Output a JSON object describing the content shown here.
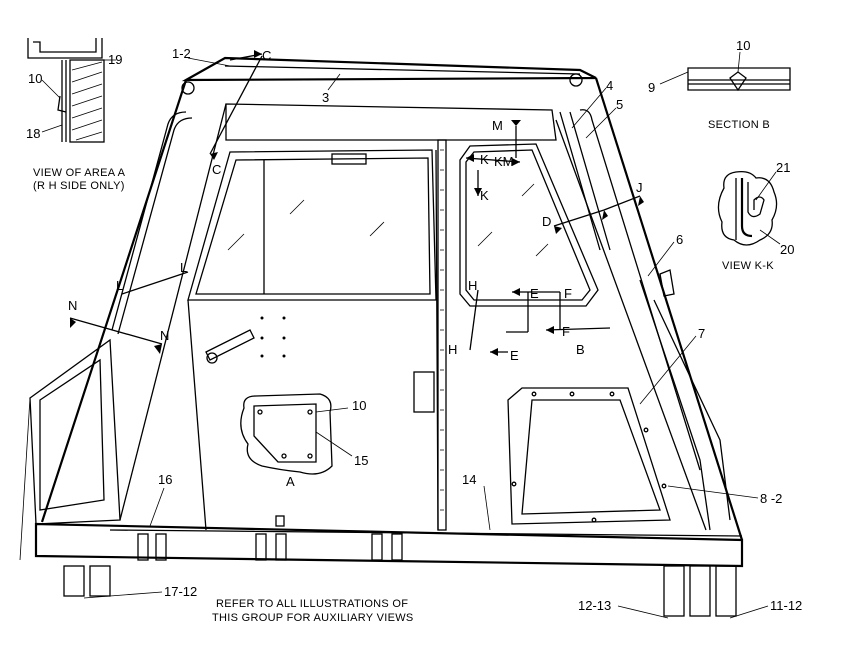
{
  "labels": {
    "n12": "1-2",
    "c_top": "C",
    "n3": "3",
    "n4": "4",
    "n5": "5",
    "n6": "6",
    "n7": "7",
    "n8_2": "8 -2",
    "n9": "9",
    "n10_sec": "10",
    "n10_a": "10",
    "n10_door": "10",
    "n11_12": "11-12",
    "n12_13": "12-13",
    "n14": "14",
    "n15": "15",
    "n16": "16",
    "n17_12": "17-12",
    "n18": "18",
    "n19": "19",
    "n20": "20",
    "n21": "21",
    "a": "A",
    "b": "B",
    "c_left": "C",
    "d": "D",
    "e1": "E",
    "e2": "E",
    "f1": "F",
    "f2": "F",
    "h1": "H",
    "h2": "H",
    "j": "J",
    "k1": "K",
    "k2": "K",
    "km": "KM",
    "l1": "L",
    "l2": "L",
    "m": "M",
    "n_left": "N",
    "n_mid": "N"
  },
  "captions": {
    "view_a_line1": "VIEW OF AREA A",
    "view_a_line2": "(R H SIDE ONLY)",
    "section_b": "SECTION B",
    "view_kk": "VIEW K-K",
    "refer_line1": "REFER TO ALL ILLUSTRATIONS OF",
    "refer_line2": "THIS GROUP FOR AUXILIARY VIEWS"
  }
}
